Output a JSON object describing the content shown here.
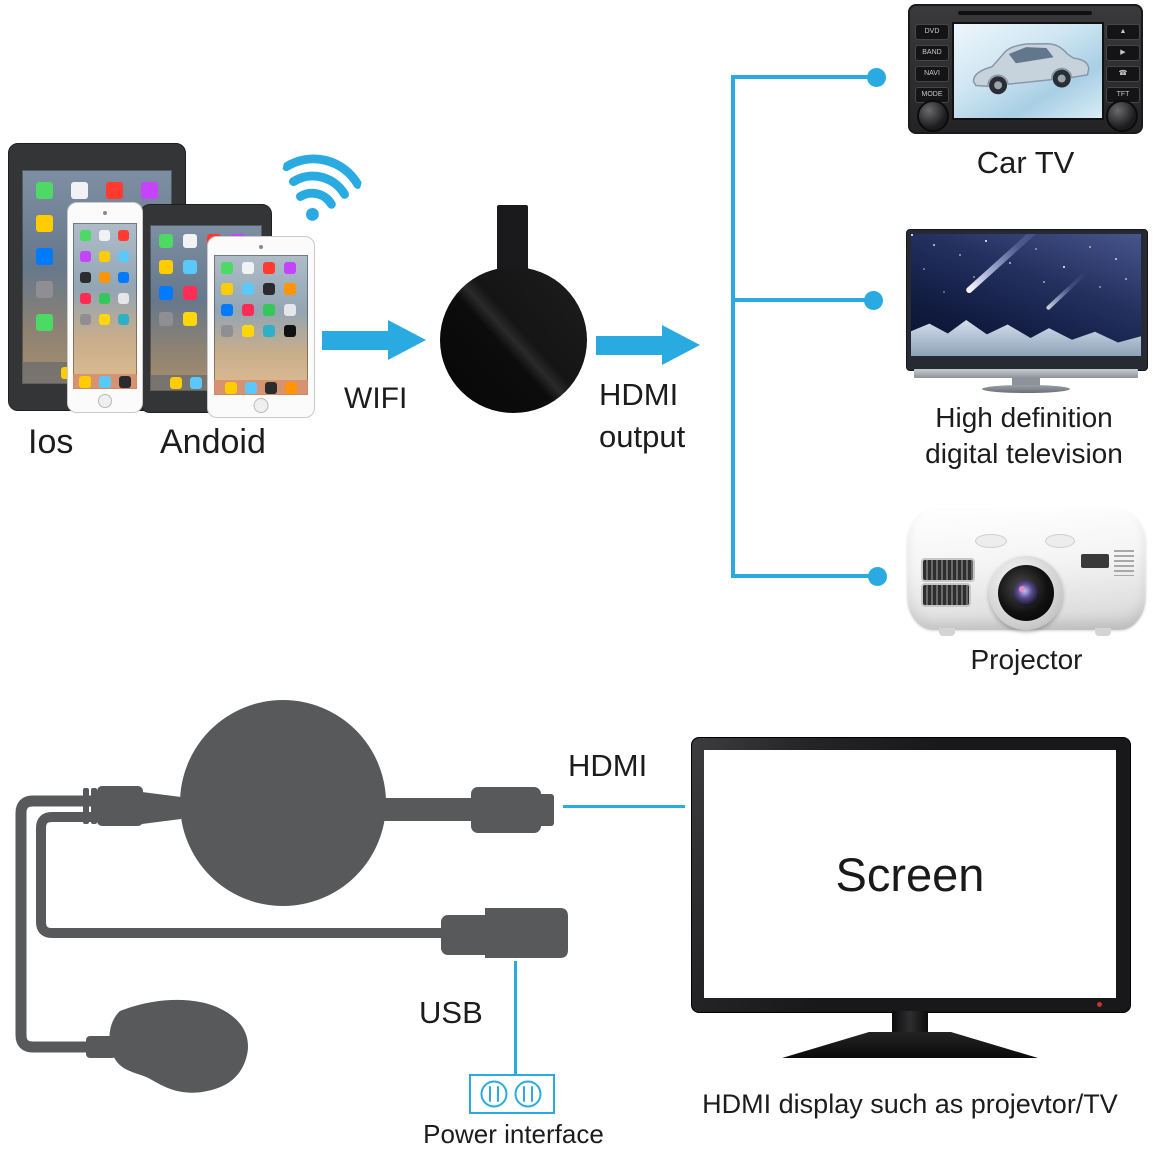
{
  "colors": {
    "accent": "#29abe2",
    "cable_gray": "#58595b"
  },
  "sources": {
    "ios_label": "Ios",
    "android_label": "Andoid"
  },
  "flow": {
    "wifi_label": "WIFI",
    "hdmi_line1": "HDMI",
    "hdmi_line2": "output"
  },
  "targets": {
    "car_tv": {
      "label": "Car TV",
      "left_buttons": [
        "DVD",
        "BAND",
        "NAVI",
        "MODE"
      ],
      "right_buttons": [
        "▲",
        "▶",
        "☎",
        "TFT"
      ]
    },
    "hdtv": {
      "label_line1": "High definition",
      "label_line2": "digital television"
    },
    "projector": {
      "label": "Projector"
    }
  },
  "hookup": {
    "hdmi_label": "HDMI",
    "usb_label": "USB",
    "power_label": "Power interface",
    "screen_label": "Screen",
    "caption": "HDMI display such as projevtor/TV"
  }
}
